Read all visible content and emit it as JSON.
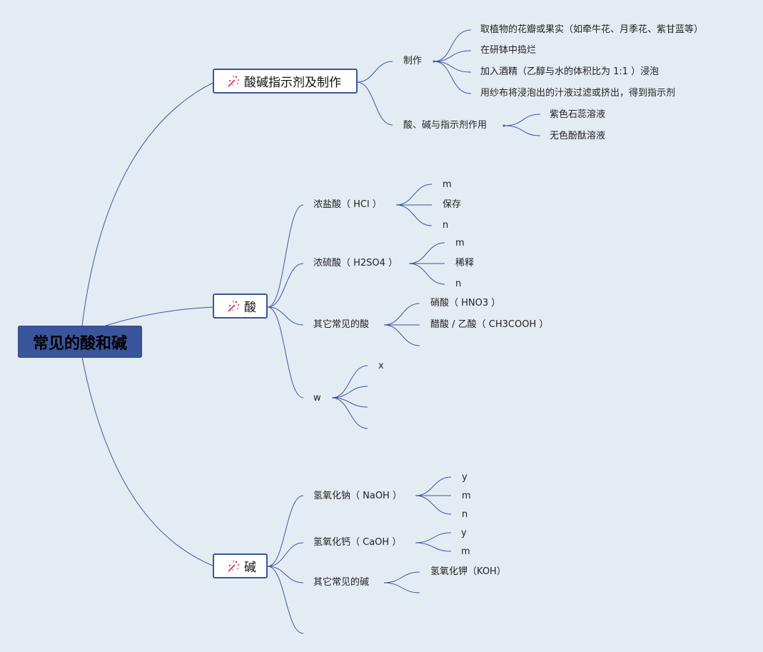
{
  "root": {
    "label": "常见的酸和碱"
  },
  "icon": "magic-wand-icon",
  "colors": {
    "link": "#3d55a0",
    "root_fill": "#3a559c",
    "background": "#e4ecf3"
  },
  "branches": {
    "indicator": {
      "label": "酸碱指示剂及制作",
      "making": {
        "label": "制作",
        "steps": [
          "取植物的花瓣或果实（如牵牛花、月季花、紫甘蓝等）",
          "在研钵中捣烂",
          "加入酒精（乙醇与水的体积比为 1:1 ）浸泡",
          "用纱布将浸泡出的汁液过滤或挤出，得到指示剂"
        ]
      },
      "action": {
        "label": "酸、碱与指示剂作用",
        "items": [
          "紫色石蕊溶液",
          "无色酚酞溶液"
        ]
      }
    },
    "acid": {
      "label": "酸",
      "hcl": {
        "label": "浓盐酸（ HCl ）",
        "items": [
          "m",
          "保存",
          "n"
        ]
      },
      "h2so4": {
        "label": "浓硫酸（ H2SO4 ）",
        "items": [
          "m",
          "稀释",
          "n"
        ]
      },
      "other": {
        "label": "其它常见的酸",
        "items": [
          "硝酸（ HNO3 ）",
          "醋酸 / 乙酸（ CH3COOH ）",
          ""
        ]
      },
      "w": {
        "label": "w",
        "items": [
          "x",
          "",
          "",
          ""
        ]
      }
    },
    "base": {
      "label": "碱",
      "naoh": {
        "label": "氢氧化钠（ NaOH ）",
        "items": [
          "y",
          "m",
          "n"
        ]
      },
      "caoh": {
        "label": "氢氧化钙（ CaOH ）",
        "items": [
          "y",
          "m"
        ]
      },
      "other": {
        "label": "其它常见的碱",
        "items": [
          "氢氧化钾（KOH）",
          ""
        ]
      },
      "empty": {
        "label": ""
      }
    }
  }
}
